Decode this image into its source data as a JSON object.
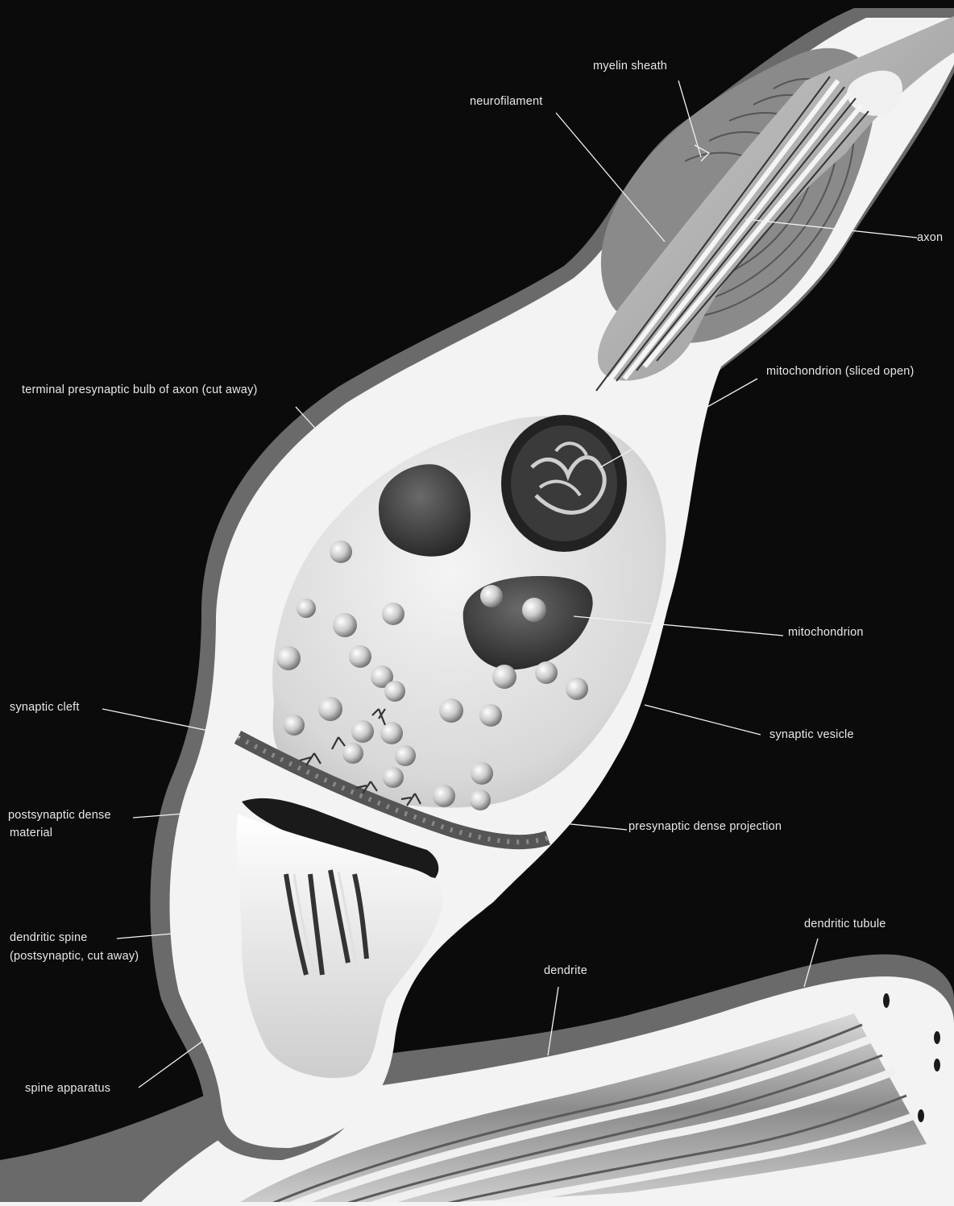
{
  "diagram": {
    "labels": {
      "myelin_sheath": "myelin sheath",
      "neurofilament": "neurofilament",
      "axon": "axon",
      "terminal_bulb": "terminal presynaptic bulb of axon (cut away)",
      "mitochondrion_sliced": "mitochondrion (sliced open)",
      "mitochondrion": "mitochondrion",
      "synaptic_cleft": "synaptic cleft",
      "synaptic_vesicle": "synaptic vesicle",
      "postsynaptic_dense_line1": "postsynaptic dense",
      "postsynaptic_dense_line2": "material",
      "presynaptic_dense_projection": "presynaptic dense projection",
      "dendritic_spine_line1": "dendritic spine",
      "dendritic_spine_line2": "(postsynaptic, cut away)",
      "dendritic_tubule": "dendritic tubule",
      "dendrite": "dendrite",
      "spine_apparatus": "spine apparatus"
    },
    "colors": {
      "background": "#0b0b0b",
      "membrane": "#6a6a6a",
      "cytoplasm": "#f3f3f3",
      "interior_shade": "#d6d6d6",
      "organelle": "#3d3d3d",
      "label": "#e8e8e8"
    }
  }
}
